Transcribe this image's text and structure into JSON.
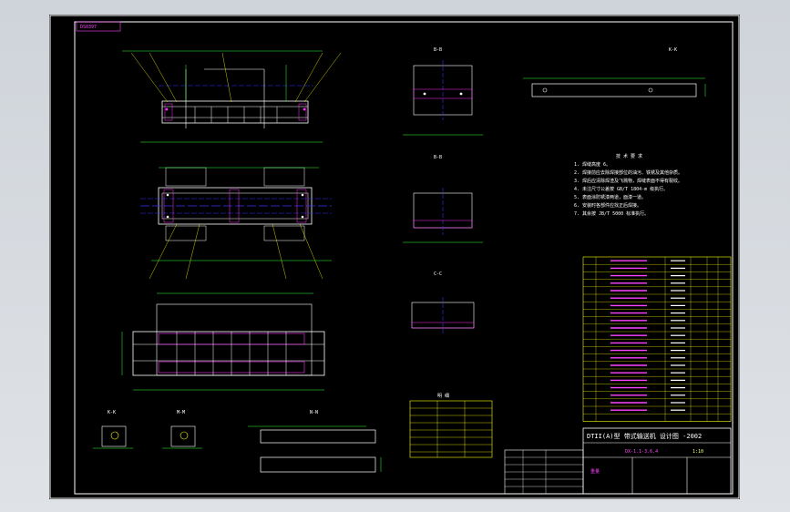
{
  "drawing": {
    "frame_tag": "DS0397",
    "title_block": {
      "line1": "DTII(A)型 带式输送机 设计图 -2002",
      "line2": "DX-1.1-3.6.4",
      "scale": "1:10",
      "drawing_no": "",
      "weight_label": "重量"
    },
    "section_labels": [
      "B-B",
      "B-B",
      "C-C",
      "K-K",
      "M-M",
      "N-N",
      "K-K"
    ],
    "notes_title": "技 术 要 求",
    "notes": [
      "1. 焊缝高度 6。",
      "2. 焊接前应去除焊接部位的油污、铁锈及其他杂质。",
      "3. 焊后应清除焊渣及飞溅物，焊缝表面不得有裂纹。",
      "4. 未注尺寸公差按 GB/T 1804-m 级执行。",
      "5. 表面涂防锈漆两道，面漆一道。",
      "6. 安装时各部件应找正后焊接。",
      "7. 其余按 JB/T 5000 标准执行。"
    ],
    "parts_table_title": "明 细",
    "parts_table_rows": 22
  },
  "colors": {
    "sheet": "#000000",
    "frame": "#ffffff",
    "construction": "#ffffff",
    "centerline": "#3333ff",
    "dimension": "#33ff33",
    "annotation": "#ffff00",
    "hidden": "#ff33ff"
  }
}
